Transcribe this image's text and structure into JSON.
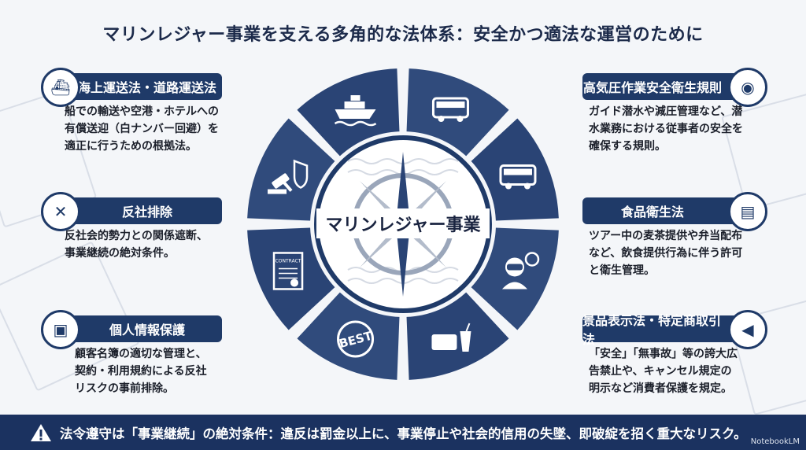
{
  "title": "マリンレジャー事業を支える多角的な法体系：安全かつ適法な運営のために",
  "center_label": "マリンレジャー事業",
  "colors": {
    "navy": "#1f3a68",
    "segment": "#2e4878",
    "banner": "#1b3260",
    "background": "#f4f6f9"
  },
  "wheel_icons": [
    "bus-icon",
    "bus-icon",
    "diver-icon",
    "food-icon",
    "best-badge-icon",
    "contract-icon",
    "gavel-shield-icon",
    "ship-icon"
  ],
  "wheel_badge_texts": {
    "contract": "CONTRACT",
    "best": "BEST"
  },
  "left_cards": [
    {
      "title": "海上運送法・道路運送法",
      "icon": "ship-icon",
      "desc": "船での輸送や空港・ホテルへの\n有償送迎（白ナンバー回避）を\n適正に行うための根拠法。"
    },
    {
      "title": "反社排除",
      "icon": "handshake-x-icon",
      "desc": "反社会的勢力との関係遮断、\n事業継続の絶対条件。"
    },
    {
      "title": "個人情報保護",
      "icon": "lock-database-icon",
      "desc": "顧客名簿の適切な管理と、\n契約・利用規約による反社\nリスクの事前排除。"
    }
  ],
  "right_cards": [
    {
      "title": "高気圧作業安全衛生規則",
      "icon": "diver-icon",
      "desc": "ガイド潜水や減圧管理など、潜\n水業務における従事者の安全を\n確保する規則。"
    },
    {
      "title": "食品衛生法",
      "icon": "food-icon",
      "desc": "ツアー中の麦茶提供や弁当配布\nなど、飲食提供行為に伴う許可\nと衛生管理。"
    },
    {
      "title": "景品表示法・特定商取引法",
      "icon": "megaphone-icon",
      "desc": "「安全」「無事故」等の誇大広\n告禁止や、キャンセル規定の\n明示など消費者保護を規定。"
    }
  ],
  "banner": {
    "icon": "warning-icon",
    "text": "法令遵守は「事業継続」の絶対条件：違反は罰金以上に、事業停止や社会的信用の失墜、即破綻を招く重大なリスク。"
  },
  "watermark": "NotebookLM"
}
